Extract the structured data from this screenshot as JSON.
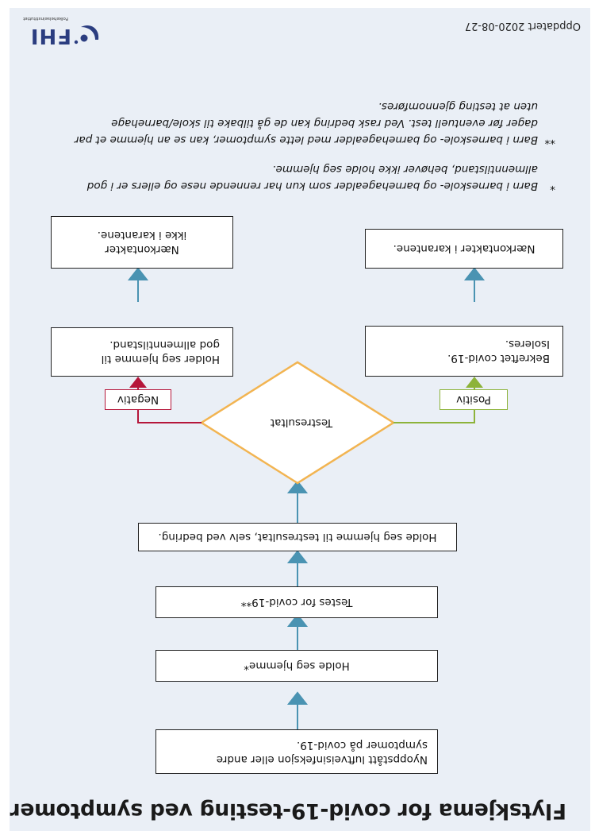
{
  "title": "Flytskjema for covid-19-testing ved symptomer",
  "steps": {
    "step1": [
      "Nyoppstått luftveisinfeksjon eller andre",
      "symptomer på covid-19."
    ],
    "step2": "Holde seg hjemme*",
    "step3": "Testes for covid-19**",
    "step4": "Holde seg hjemme til testresultat, selv ved bedring."
  },
  "decision": "Testresultat",
  "branches": {
    "positive_label": "Positiv",
    "negative_label": "Negativ",
    "positive_result": [
      "Bekreftet covid-19.",
      "Isoleres."
    ],
    "positive_contacts": "Nærkontakter i karantene.",
    "negative_result": [
      "Holder seg hjemme til",
      "god allmenntilstand."
    ],
    "negative_contacts": [
      "Nærkontakter",
      "ikke i karantene."
    ]
  },
  "notes": {
    "note1_mark": "*",
    "note1_lines": [
      "Barn i barneskole- og barnehagealder som kun har rennende nese og ellers er i god",
      "allmenntilstand, behøver ikke holde seg hjemme."
    ],
    "note2_mark": "**",
    "note2_lines": [
      "Barn i barneskole- og barnehagealder med lette symptomer, kan se an hjemme et par",
      "dager før eventuell test. Ved rask bedring kan de gå tilbake til skole/barnehage",
      "uten at testing gjennomføres."
    ]
  },
  "updated": "Oppdatert 2020-08-27",
  "logo": {
    "text": "FHI",
    "tagline": "Folkehelseinstituttet"
  },
  "colors": {
    "arrow_blue": "#4a93b2",
    "positive_green": "#8db33a",
    "negative_red": "#b5163a",
    "diamond_orange": "#f2b451",
    "background": "#eaeff6"
  }
}
